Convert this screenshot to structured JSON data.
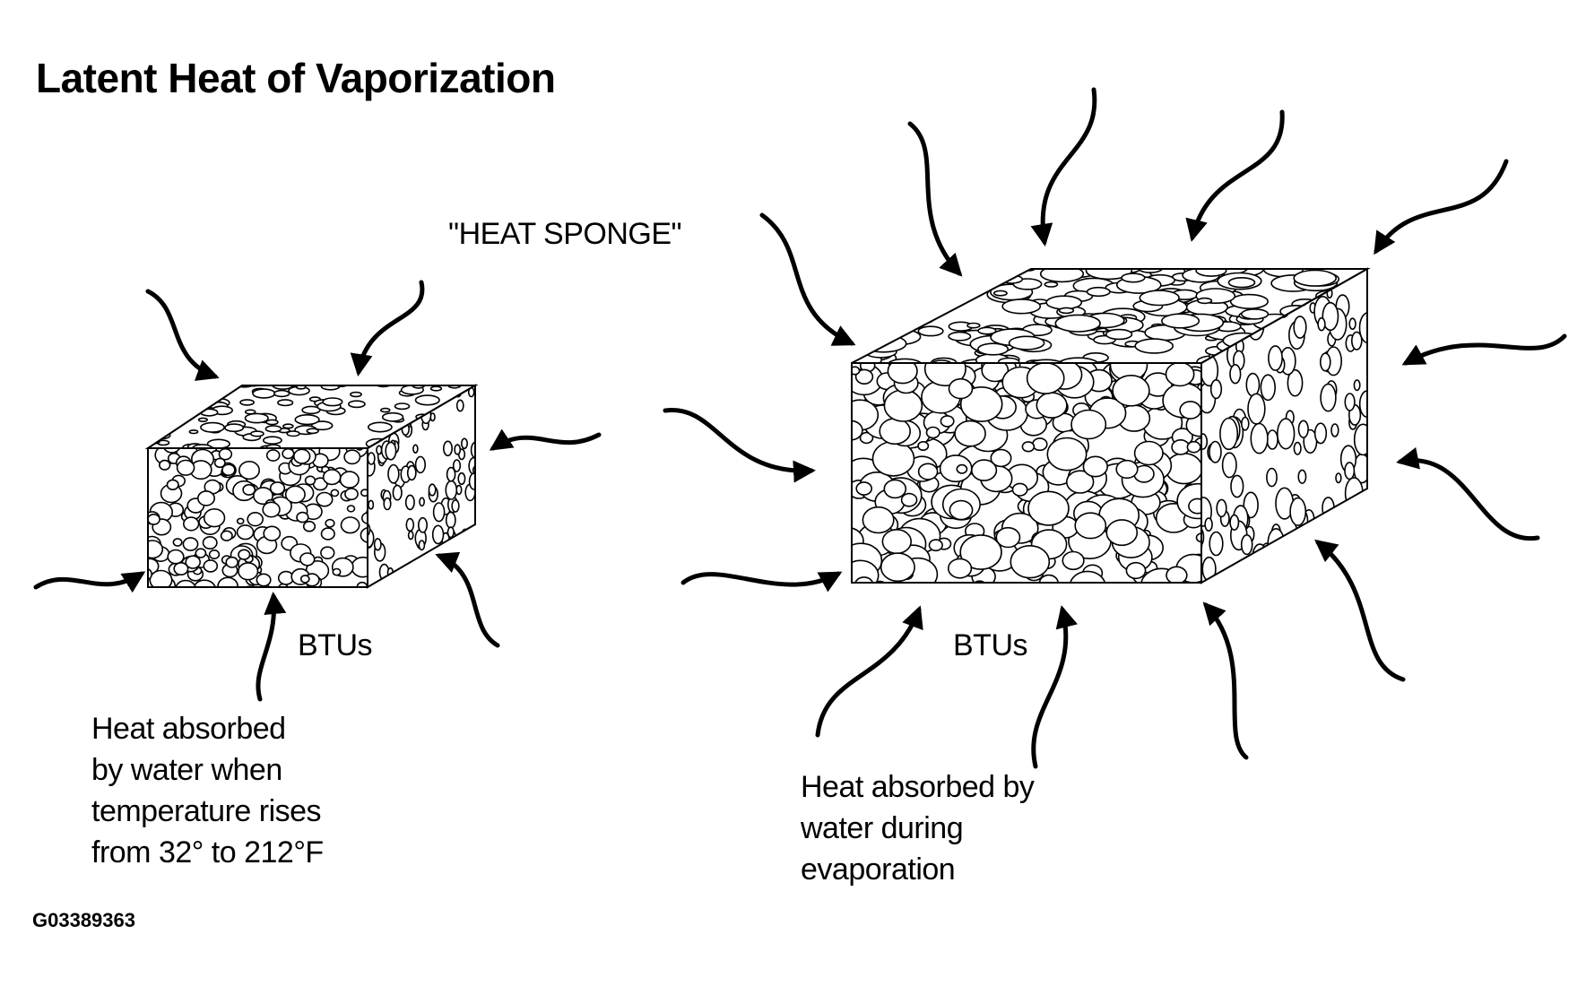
{
  "title": "Latent Heat of Vaporization",
  "heat_sponge_label": "\"HEAT SPONGE\"",
  "left_block": {
    "btu_label": "BTUs",
    "caption": [
      "Heat absorbed",
      "by water when",
      "temperature rises",
      "from 32° to 212°F"
    ]
  },
  "right_block": {
    "btu_label": "BTUs",
    "caption": [
      "Heat absorbed by",
      "water during",
      "evaporation"
    ]
  },
  "figure_id": "G03389363",
  "colors": {
    "ink": "#000000",
    "paper": "#ffffff"
  }
}
